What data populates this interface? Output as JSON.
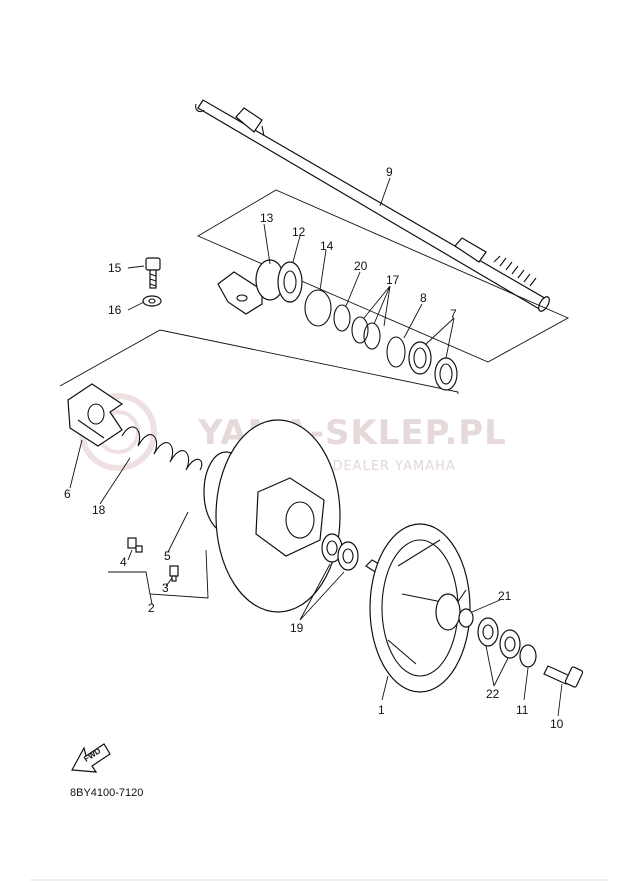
{
  "watermark": {
    "title": "YAMA-SKLEP.PL",
    "subtitle": "IECHOWICZ | DEALER YAMAHA"
  },
  "diagram_code": "8BY4100-7120",
  "fwd_label": "FWD",
  "callouts": {
    "n1": "1",
    "n2": "2",
    "n3": "3",
    "n4": "4",
    "n5": "5",
    "n6": "6",
    "n7": "7",
    "n8": "8",
    "n9": "9",
    "n10": "10",
    "n11": "11",
    "n12": "12",
    "n13": "13",
    "n14": "14",
    "n15": "15",
    "n16": "16",
    "n17": "17",
    "n18": "18",
    "n19": "19",
    "n20": "20",
    "n21": "21",
    "n22": "22"
  },
  "colors": {
    "line": "#111111",
    "watermark": "#e6d9da",
    "background": "#ffffff"
  }
}
